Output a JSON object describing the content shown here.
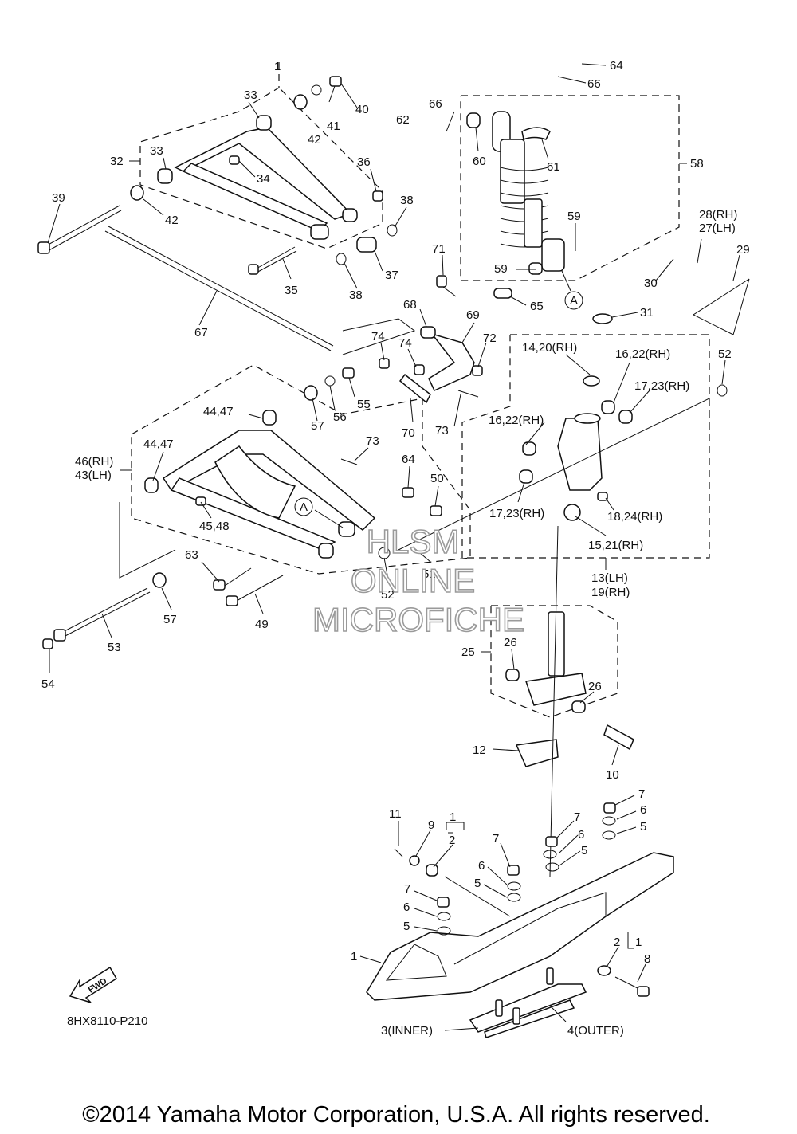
{
  "diagram": {
    "drawing_code": "8HX8110-P210",
    "fwd_label": "FWD",
    "watermark": [
      "HLSM",
      "ONLINE",
      "MICROFICHE"
    ],
    "copyright": "©2014 Yamaha Motor Corporation, U.S.A. All rights reserved.",
    "callouts": [
      "64",
      "66",
      "66",
      "62",
      "60",
      "61",
      "58",
      "59",
      "59",
      "65",
      "A",
      "1",
      "40",
      "33",
      "41",
      "42",
      "33",
      "32",
      "34",
      "36",
      "38",
      "39",
      "42",
      "35",
      "37",
      "38",
      "28(RH)",
      "27(LH)",
      "29",
      "30",
      "31",
      "71",
      "68",
      "69",
      "67",
      "74",
      "74",
      "72",
      "14,20(RH)",
      "16,22(RH)",
      "17,23(RH)",
      "52",
      "55",
      "56",
      "57",
      "44,47",
      "70",
      "73",
      "16,22(RH)",
      "44,47",
      "46(RH)",
      "43(LH)",
      "73",
      "64",
      "50",
      "A",
      "45,48",
      "17,23(RH)",
      "18,24(RH)",
      "15,21(RH)",
      "63",
      "51",
      "52",
      "13(LH)",
      "19(RH)",
      "49",
      "57",
      "53",
      "54",
      "26",
      "25",
      "26",
      "12",
      "10",
      "7",
      "6",
      "5",
      "11",
      "9",
      "1",
      "2",
      "7",
      "6",
      "5",
      "7",
      "6",
      "5",
      "7",
      "6",
      "5",
      "1",
      "2",
      "1",
      "8",
      "3(INNER)",
      "4(OUTER)"
    ]
  }
}
